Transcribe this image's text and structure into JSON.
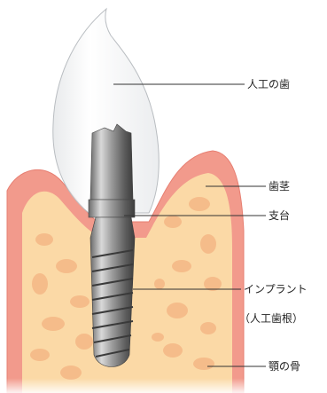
{
  "labels": {
    "artificial_tooth": "人工の歯",
    "gum": "歯茎",
    "abutment": "支台",
    "implant": "インプラント",
    "implant_sub": "（人工歯根）",
    "jawbone": "顎の骨"
  },
  "colors": {
    "gum": "#f29a8c",
    "gum_edge": "#e77f72",
    "bone": "#fbd9a6",
    "bone_spot": "#f5b886",
    "metal_light": "#cfcfcf",
    "metal_dark": "#5a5a5a",
    "crown": "#f4f5f6"
  }
}
